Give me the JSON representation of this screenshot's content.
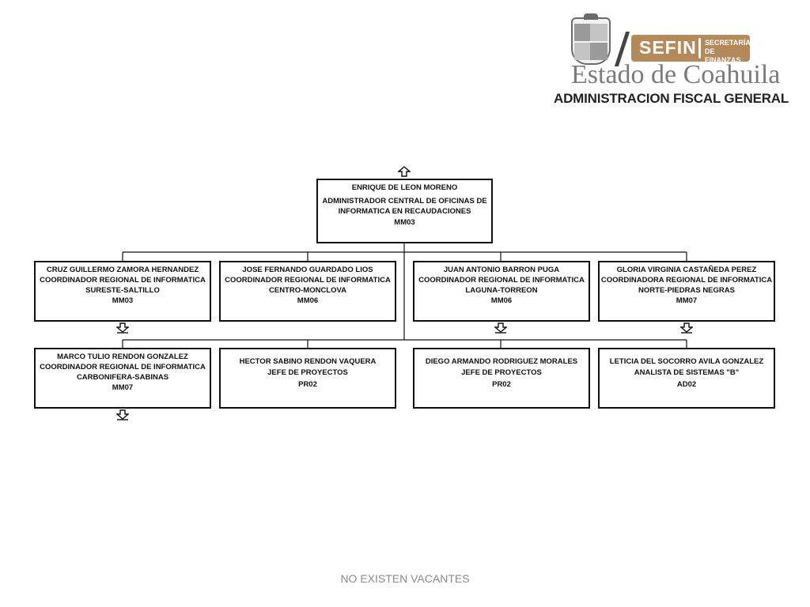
{
  "header": {
    "sefin_word": "SEFIN",
    "sefin_sub_line1": "SECRETARÍA",
    "sefin_sub_line2": "DE FINANZAS",
    "estado": "Estado de Coahuila",
    "agency": "ADMINISTRACION FISCAL GENERAL"
  },
  "chart": {
    "root": {
      "name": "ENRIQUE DE LEON MORENO",
      "title_line1": "ADMINISTRADOR CENTRAL DE OFICINAS DE",
      "title_line2": "INFORMATICA EN RECAUDACIONES",
      "code": "MM03"
    },
    "row1": [
      {
        "name": "CRUZ GUILLERMO ZAMORA HERNANDEZ",
        "title_line1": "COORDINADOR REGIONAL DE INFORMATICA",
        "title_line2": "SURESTE-SALTILLO",
        "code": "MM03"
      },
      {
        "name": "JOSE FERNANDO GUARDADO LIOS",
        "title_line1": "COORDINADOR REGIONAL DE INFORMATICA",
        "title_line2": "CENTRO-MONCLOVA",
        "code": "MM06"
      },
      {
        "name": "JUAN ANTONIO BARRON PUGA",
        "title_line1": "COORDINADOR REGIONAL DE INFORMATICA",
        "title_line2": "LAGUNA-TORREON",
        "code": "MM06"
      },
      {
        "name": "GLORIA VIRGINIA CASTAÑEDA PEREZ",
        "title_line1": "COORDINADORA REGIONAL DE INFORMATICA",
        "title_line2": "NORTE-PIEDRAS NEGRAS",
        "code": "MM07"
      }
    ],
    "row2": [
      {
        "name": "MARCO TULIO RENDON GONZALEZ",
        "title_line1": "COORDINADOR REGIONAL DE INFORMATICA",
        "title_line2": "CARBONIFERA-SABINAS",
        "code": "MM07"
      },
      {
        "name": "HECTOR SABINO RENDON VAQUERA",
        "title_line1": "JEFE DE PROYECTOS",
        "title_line2": "",
        "code": "PR02"
      },
      {
        "name": "DIEGO ARMANDO RODRIGUEZ MORALES",
        "title_line1": "JEFE DE PROYECTOS",
        "title_line2": "",
        "code": "PR02"
      },
      {
        "name": "LETICIA DEL SOCORRO AVILA GONZALEZ",
        "title_line1": "ANALISTA DE SISTEMAS \"B\"",
        "title_line2": "",
        "code": "AD02"
      }
    ]
  },
  "footer": {
    "note": "NO EXISTEN VACANTES"
  }
}
